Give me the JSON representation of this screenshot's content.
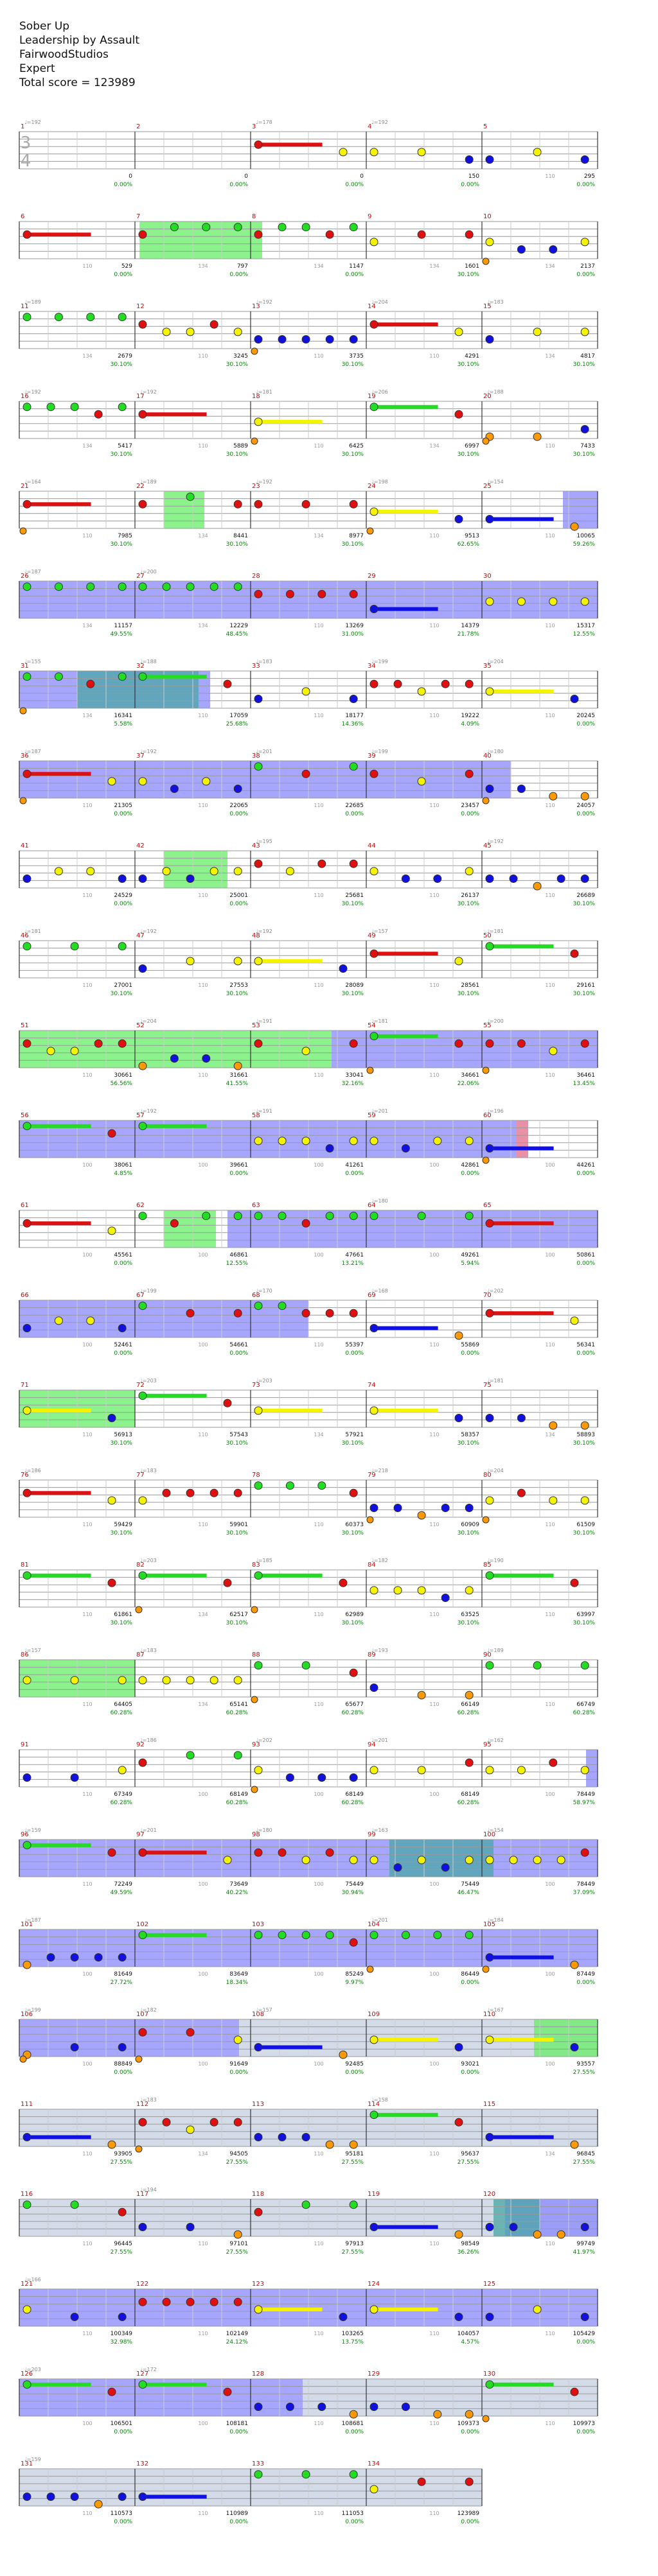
{
  "header": {
    "song": "Sober Up",
    "artist": "Leadership by Assault",
    "charter": "FairwoodStudios",
    "difficulty": "Expert",
    "total_score_label": "Total score = 123989"
  },
  "time_signature": {
    "top": "3",
    "bottom": "4"
  },
  "colors": {
    "green": "#22dd22",
    "red": "#e01010",
    "yellow": "#f4f400",
    "blue": "#1010e0",
    "orange": "#ff9900",
    "overdrive_zone": "#8888ff",
    "star_zone": "#66ee66",
    "blue_overdrive_fill": "#7777ee",
    "measure_number": "#dd0000",
    "tempo_marker": "#888888",
    "score_text": "#111111",
    "percent_text": "#008800"
  },
  "rows": [
    {
      "measures": [
        1,
        2,
        3,
        4,
        5
      ],
      "tempos": [
        "♩=192",
        "",
        "♩=178",
        "♩=192",
        ""
      ],
      "scores": [
        "0",
        "0",
        "0",
        "150",
        "295"
      ],
      "percents": [
        "0.00%",
        "0.00%",
        "0.00%",
        "0.00%",
        "0.00%"
      ],
      "mults": [
        "",
        "",
        "",
        "",
        "110"
      ]
    },
    {
      "measures": [
        6,
        7,
        8,
        9,
        10
      ],
      "tempos": [
        "",
        "",
        "",
        "",
        ""
      ],
      "scores": [
        "529",
        "797",
        "1147",
        "1601",
        "2137"
      ],
      "percents": [
        "0.00%",
        "0.00%",
        "0.00%",
        "30.10%",
        "0.00%"
      ],
      "mults": [
        "110",
        "134",
        "134",
        "134",
        "134"
      ]
    },
    {
      "measures": [
        11,
        12,
        13,
        14,
        15
      ],
      "tempos": [
        "♩=189",
        "",
        "♩=192",
        "♩=204",
        "♩=183"
      ],
      "scores": [
        "2679",
        "3245",
        "3735",
        "4291",
        "4817"
      ],
      "percents": [
        "30.10%",
        "30.10%",
        "30.10%",
        "30.10%",
        "30.10%"
      ],
      "mults": [
        "134",
        "110",
        "110",
        "110",
        "134"
      ]
    },
    {
      "measures": [
        16,
        17,
        18,
        19,
        20
      ],
      "tempos": [
        "♩=192",
        "♩=192",
        "♩=181",
        "♩=206",
        "♩=188"
      ],
      "scores": [
        "5417",
        "5889",
        "6425",
        "6997",
        "7433"
      ],
      "percents": [
        "30.10%",
        "30.10%",
        "30.10%",
        "30.10%",
        "30.10%"
      ],
      "mults": [
        "134",
        "110",
        "110",
        "134",
        "110"
      ]
    },
    {
      "measures": [
        21,
        22,
        23,
        24,
        25
      ],
      "tempos": [
        "♩=164",
        "♩=189",
        "♩=192",
        "♩=198",
        "♩=154"
      ],
      "scores": [
        "7985",
        "8441",
        "8977",
        "9513",
        "10065"
      ],
      "percents": [
        "30.10%",
        "30.10%",
        "30.10%",
        "62.65%",
        "59.26%"
      ],
      "mults": [
        "110",
        "134",
        "134",
        "110",
        "110"
      ]
    },
    {
      "measures": [
        26,
        27,
        28,
        29,
        30
      ],
      "tempos": [
        "♩=187",
        "♩=200",
        "",
        "",
        ""
      ],
      "scores": [
        "11157",
        "12229",
        "13269",
        "14379",
        "15317"
      ],
      "percents": [
        "49.55%",
        "48.45%",
        "31.00%",
        "21.78%",
        "12.55%"
      ],
      "mults": [
        "134",
        "134",
        "110",
        "110",
        "110"
      ]
    },
    {
      "measures": [
        31,
        32,
        33,
        34,
        35
      ],
      "tempos": [
        "♩=155",
        "♩=188",
        "♩=183",
        "♩=199",
        "♩=204"
      ],
      "scores": [
        "16341",
        "17059",
        "18177",
        "19222",
        "20245"
      ],
      "percents": [
        "5.58%",
        "25.68%",
        "14.36%",
        "4.09%",
        "0.00%"
      ],
      "mults": [
        "134",
        "110",
        "110",
        "110",
        "110"
      ]
    },
    {
      "measures": [
        36,
        37,
        38,
        39,
        40
      ],
      "tempos": [
        "♩=187",
        "♩=192",
        "♩=201",
        "♩=199",
        "♩=180"
      ],
      "scores": [
        "21305",
        "22065",
        "22685",
        "23457",
        "24057"
      ],
      "percents": [
        "0.00%",
        "0.00%",
        "0.00%",
        "0.00%",
        "0.00%"
      ],
      "mults": [
        "110",
        "110",
        "110",
        "110",
        "110"
      ]
    },
    {
      "measures": [
        41,
        42,
        43,
        44,
        45
      ],
      "tempos": [
        "",
        "",
        "♩=195",
        "",
        "♩=192"
      ],
      "scores": [
        "24529",
        "25001",
        "25681",
        "26137",
        "26689"
      ],
      "percents": [
        "0.00%",
        "0.00%",
        "30.10%",
        "30.10%",
        "30.10%"
      ],
      "mults": [
        "110",
        "110",
        "110",
        "110",
        "110"
      ]
    },
    {
      "measures": [
        46,
        47,
        48,
        49,
        50
      ],
      "tempos": [
        "♩=181",
        "♩=192",
        "♩=192",
        "♩=157",
        "♩=181"
      ],
      "scores": [
        "27001",
        "27553",
        "28089",
        "28561",
        "29161"
      ],
      "percents": [
        "30.10%",
        "30.10%",
        "30.10%",
        "30.10%",
        "30.10%"
      ],
      "mults": [
        "110",
        "110",
        "110",
        "110",
        "110"
      ]
    },
    {
      "measures": [
        51,
        52,
        53,
        54,
        55
      ],
      "tempos": [
        "",
        "♩=204",
        "♩=191",
        "♩=181",
        "♩=200"
      ],
      "scores": [
        "30661",
        "31661",
        "33041",
        "34661",
        "36461"
      ],
      "percents": [
        "56.56%",
        "41.55%",
        "32.16%",
        "22.06%",
        "13.45%"
      ],
      "mults": [
        "110",
        "110",
        "110",
        "110",
        "110"
      ]
    },
    {
      "measures": [
        56,
        57,
        58,
        59,
        60
      ],
      "tempos": [
        "",
        "♩=192",
        "♩=191",
        "♩=201",
        "♩=196"
      ],
      "scores": [
        "38061",
        "39661",
        "41261",
        "42861",
        "44261"
      ],
      "percents": [
        "4.85%",
        "0.00%",
        "0.00%",
        "0.00%",
        "0.00%"
      ],
      "mults": [
        "100",
        "100",
        "100",
        "100",
        "100"
      ]
    },
    {
      "measures": [
        61,
        62,
        63,
        64,
        65
      ],
      "tempos": [
        "",
        "",
        "",
        "♩=180",
        ""
      ],
      "scores": [
        "45561",
        "46861",
        "47661",
        "49261",
        "50861"
      ],
      "percents": [
        "0.00%",
        "12.55%",
        "13.21%",
        "5.94%",
        "0.00%"
      ],
      "mults": [
        "100",
        "100",
        "100",
        "100",
        "100"
      ]
    },
    {
      "measures": [
        66,
        67,
        68,
        69,
        70
      ],
      "tempos": [
        "",
        "♩=199",
        "♩=170",
        "♩=168",
        "♩=202"
      ],
      "scores": [
        "52461",
        "54661",
        "55397",
        "55869",
        "56341"
      ],
      "percents": [
        "0.00%",
        "0.00%",
        "0.00%",
        "0.00%",
        "0.00%"
      ],
      "mults": [
        "100",
        "100",
        "110",
        "110",
        "110"
      ]
    },
    {
      "measures": [
        71,
        72,
        73,
        74,
        75
      ],
      "tempos": [
        "",
        "♩=203",
        "♩=203",
        "",
        "♩=181"
      ],
      "scores": [
        "56913",
        "57543",
        "57921",
        "58357",
        "58893"
      ],
      "percents": [
        "30.10%",
        "30.10%",
        "30.10%",
        "30.10%",
        "30.10%"
      ],
      "mults": [
        "110",
        "110",
        "134",
        "110",
        "134"
      ]
    },
    {
      "measures": [
        76,
        77,
        78,
        79,
        80
      ],
      "tempos": [
        "♩=186",
        "♩=183",
        "",
        "♩=218",
        "♩=204"
      ],
      "scores": [
        "59429",
        "59901",
        "60373",
        "60909",
        "61509"
      ],
      "percents": [
        "30.10%",
        "30.10%",
        "30.10%",
        "30.10%",
        "30.10%"
      ],
      "mults": [
        "110",
        "110",
        "110",
        "110",
        "110"
      ]
    },
    {
      "measures": [
        81,
        82,
        83,
        84,
        85
      ],
      "tempos": [
        "",
        "♩=203",
        "♩=185",
        "♩=182",
        "♩=190"
      ],
      "scores": [
        "61861",
        "62517",
        "62989",
        "63525",
        "63997"
      ],
      "percents": [
        "30.10%",
        "30.10%",
        "30.10%",
        "30.10%",
        "30.10%"
      ],
      "mults": [
        "110",
        "134",
        "110",
        "110",
        "110"
      ]
    },
    {
      "measures": [
        86,
        87,
        88,
        89,
        90
      ],
      "tempos": [
        "♩=157",
        "♩=183",
        "",
        "♩=193",
        "♩=189"
      ],
      "scores": [
        "64405",
        "65141",
        "65677",
        "66149",
        "66749"
      ],
      "percents": [
        "60.28%",
        "60.28%",
        "60.28%",
        "60.28%",
        "60.28%"
      ],
      "mults": [
        "110",
        "134",
        "110",
        "110",
        "110"
      ]
    },
    {
      "measures": [
        91,
        92,
        93,
        94,
        95
      ],
      "tempos": [
        "",
        "♩=186",
        "♩=202",
        "♩=201",
        "♩=162"
      ],
      "scores": [
        "67349",
        "68149",
        "68149",
        "68149",
        "78449"
      ],
      "percents": [
        "60.28%",
        "60.28%",
        "60.28%",
        "60.28%",
        "58.97%"
      ],
      "mults": [
        "110",
        "100",
        "100",
        "100",
        "100"
      ]
    },
    {
      "measures": [
        96,
        97,
        98,
        99,
        100
      ],
      "tempos": [
        "♩=159",
        "♩=201",
        "♩=180",
        "♩=163",
        "♩=154"
      ],
      "scores": [
        "72249",
        "73649",
        "75449",
        "75449",
        "78449"
      ],
      "percents": [
        "49.59%",
        "40.22%",
        "30.94%",
        "46.47%",
        "37.09%"
      ],
      "mults": [
        "110",
        "100",
        "100",
        "100",
        "100"
      ]
    },
    {
      "measures": [
        101,
        102,
        103,
        104,
        105
      ],
      "tempos": [
        "♩=187",
        "",
        "",
        "♩=201",
        "♩=184"
      ],
      "scores": [
        "81649",
        "83649",
        "85249",
        "86449",
        "87449"
      ],
      "percents": [
        "27.72%",
        "18.34%",
        "9.97%",
        "0.00%",
        "0.00%"
      ],
      "mults": [
        "100",
        "100",
        "100",
        "100",
        "100"
      ]
    },
    {
      "measures": [
        106,
        107,
        108,
        109,
        110
      ],
      "tempos": [
        "♩=199",
        "♩=182",
        "♩=157",
        "",
        "♩=167"
      ],
      "scores": [
        "88849",
        "91649",
        "92485",
        "93021",
        "93557"
      ],
      "percents": [
        "0.00%",
        "0.00%",
        "0.00%",
        "0.00%",
        "27.55%"
      ],
      "mults": [
        "100",
        "100",
        "100",
        "100",
        "100"
      ]
    },
    {
      "measures": [
        111,
        112,
        113,
        114,
        115
      ],
      "tempos": [
        "",
        "♩=183",
        "",
        "♩=158",
        ""
      ],
      "scores": [
        "93905",
        "94505",
        "95181",
        "95637",
        "96845"
      ],
      "percents": [
        "27.55%",
        "27.55%",
        "27.55%",
        "27.55%",
        "27.55%"
      ],
      "mults": [
        "110",
        "134",
        "110",
        "110",
        "134"
      ]
    },
    {
      "measures": [
        116,
        117,
        118,
        119,
        120
      ],
      "tempos": [
        "",
        "♩=194",
        "",
        "",
        ""
      ],
      "scores": [
        "96445",
        "97101",
        "97913",
        "98549",
        "99749"
      ],
      "percents": [
        "27.55%",
        "27.55%",
        "27.55%",
        "36.26%",
        "41.97%"
      ],
      "mults": [
        "110",
        "110",
        "110",
        "110",
        "110"
      ]
    },
    {
      "measures": [
        121,
        122,
        123,
        124,
        125
      ],
      "tempos": [
        "♩=166",
        "",
        "",
        "",
        ""
      ],
      "scores": [
        "100349",
        "102149",
        "103265",
        "104057",
        "105429"
      ],
      "percents": [
        "32.98%",
        "24.12%",
        "13.75%",
        "4.57%",
        "0.00%"
      ],
      "mults": [
        "110",
        "110",
        "110",
        "110",
        "110"
      ]
    },
    {
      "measures": [
        126,
        127,
        128,
        129,
        130
      ],
      "tempos": [
        "♩=203",
        "♩=172",
        "",
        "",
        ""
      ],
      "scores": [
        "106501",
        "108181",
        "108681",
        "109373",
        "109973"
      ],
      "percents": [
        "0.00%",
        "0.00%",
        "0.00%",
        "0.00%",
        "0.00%"
      ],
      "mults": [
        "100",
        "100",
        "110",
        "110",
        "110"
      ]
    },
    {
      "measures": [
        131,
        132,
        133,
        134
      ],
      "tempos": [
        "♩=159",
        "",
        "",
        ""
      ],
      "scores": [
        "110573",
        "110989",
        "111053",
        "123989"
      ],
      "percents": [
        "0.00%",
        "0.00%",
        "0.00%",
        "0.00%"
      ],
      "mults": [
        "110",
        "110",
        "110",
        "110"
      ]
    }
  ]
}
